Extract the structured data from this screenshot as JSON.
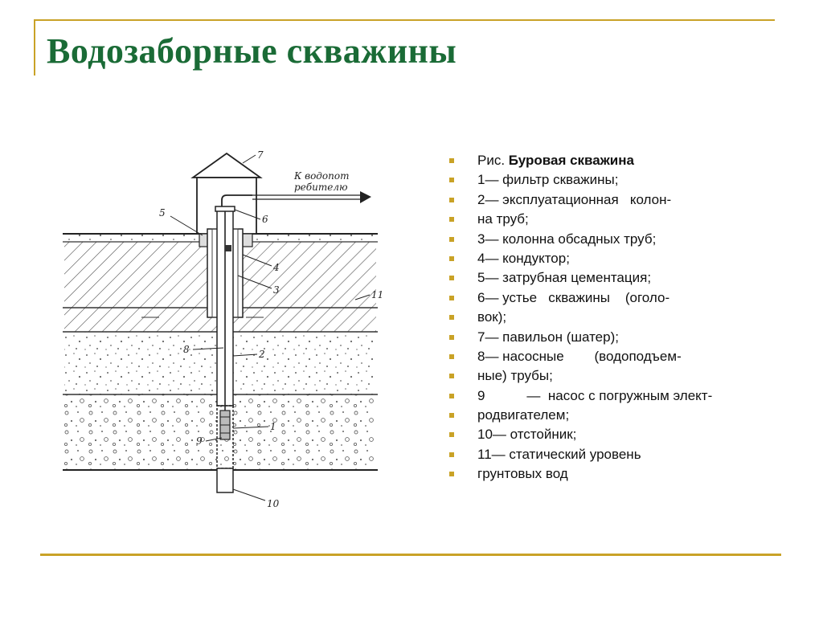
{
  "title": "Водозаборные скважины",
  "diagram": {
    "arrow_label_1": "К водопот",
    "arrow_label_2": "ребителю",
    "numbers": [
      "1",
      "2",
      "3",
      "4",
      "5",
      "6",
      "7",
      "8",
      "9",
      "10",
      "11"
    ]
  },
  "legend": {
    "caption_prefix": "Рис. ",
    "caption_bold": "Буровая скважина",
    "items": [
      "1— фильтр скважины;",
      "2— эксплуатационная   колон-",
      "на труб;",
      "3— колонна обсадных труб;",
      "4— кондуктор;",
      "5— затрубная цементация;",
      "6— устье   скважины    (оголо-",
      "вок);",
      "7— павильон (шатер);",
      "8— насосные        (водоподъем-",
      "ные) трубы;",
      "9           —  насос с погружным элект-",
      "родвигателем;",
      "10— отстойник;",
      "11— статический уровень",
      "грунтовых вод"
    ]
  },
  "colors": {
    "title": "#1a6b36",
    "accent": "#c9a227"
  }
}
